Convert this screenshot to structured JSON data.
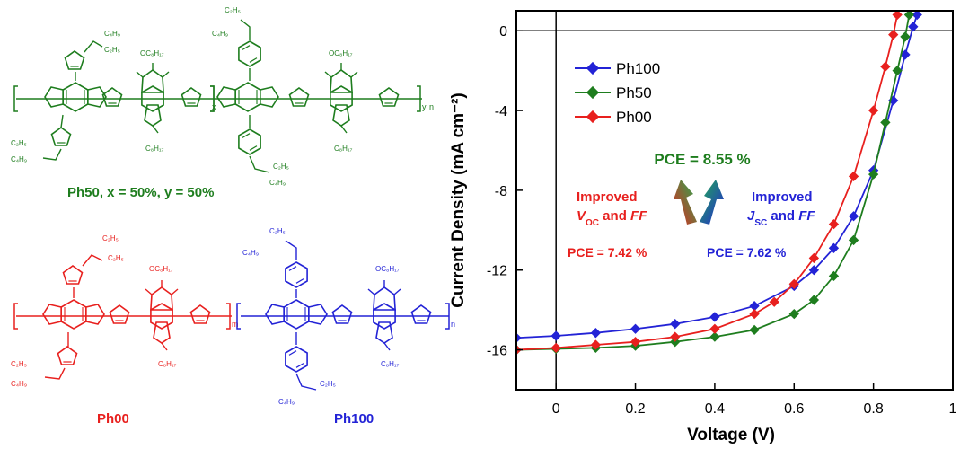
{
  "structures": {
    "ph50_caption": "Ph50, x = 50%, y = 50%",
    "ph00_caption": "Ph00",
    "ph100_caption": "Ph100",
    "sub_c4h9": "C₄H₉",
    "sub_c2h5": "C₂H₅",
    "sub_oc8h17": "OC₈H₁₇",
    "sub_c8h17": "C₈H₁₇",
    "atom_s": "S",
    "atom_n": "N",
    "atom_o": "O",
    "idx_x": "x",
    "idx_yn": "y",
    "idx_n": "n",
    "idx_m": "m",
    "colors": {
      "ph50": "#1e7d1e",
      "ph00": "#e8201e",
      "ph100": "#2323d6"
    }
  },
  "chart_data": {
    "type": "line",
    "xlabel": "Voltage (V)",
    "ylabel": "Current Density (mA cm⁻²)",
    "xlim": [
      -0.1,
      1.0
    ],
    "ylim": [
      -18,
      1
    ],
    "x_ticks": [
      0,
      0.2,
      0.4,
      0.6,
      0.8,
      1
    ],
    "x_tick_labels": [
      "0",
      "0.2",
      "0.4",
      "0.6",
      "0.8",
      "1"
    ],
    "y_ticks": [
      0,
      -4,
      -8,
      -12,
      -16
    ],
    "y_tick_labels": [
      "0",
      "-4",
      "-8",
      "-12",
      "-16"
    ],
    "legend_position": "top-left",
    "series": [
      {
        "name": "Ph100",
        "color": "#2323d6",
        "x": [
          -0.1,
          0,
          0.1,
          0.2,
          0.3,
          0.4,
          0.5,
          0.6,
          0.65,
          0.7,
          0.75,
          0.8,
          0.85,
          0.88,
          0.9,
          0.91
        ],
        "y": [
          -15.4,
          -15.3,
          -15.15,
          -14.95,
          -14.7,
          -14.35,
          -13.8,
          -12.8,
          -12.0,
          -10.9,
          -9.3,
          -7.0,
          -3.5,
          -1.2,
          0.2,
          0.8
        ]
      },
      {
        "name": "Ph50",
        "color": "#1e7d1e",
        "x": [
          -0.1,
          0,
          0.1,
          0.2,
          0.3,
          0.4,
          0.5,
          0.6,
          0.65,
          0.7,
          0.75,
          0.8,
          0.83,
          0.86,
          0.88,
          0.89
        ],
        "y": [
          -16.0,
          -15.95,
          -15.9,
          -15.8,
          -15.6,
          -15.35,
          -15.0,
          -14.2,
          -13.5,
          -12.3,
          -10.5,
          -7.2,
          -4.6,
          -2.0,
          -0.3,
          0.8
        ]
      },
      {
        "name": "Ph00",
        "color": "#e8201e",
        "x": [
          -0.1,
          0,
          0.1,
          0.2,
          0.3,
          0.4,
          0.5,
          0.55,
          0.6,
          0.65,
          0.7,
          0.75,
          0.8,
          0.83,
          0.85,
          0.86
        ],
        "y": [
          -16.0,
          -15.9,
          -15.75,
          -15.6,
          -15.35,
          -14.95,
          -14.2,
          -13.6,
          -12.7,
          -11.4,
          -9.7,
          -7.3,
          -4.0,
          -1.8,
          -0.2,
          0.8
        ]
      }
    ],
    "annotations": {
      "pce_center": "PCE = 8.55 %",
      "left_line1": "Improved",
      "left_voc_v": "V",
      "left_voc_sub": "OC",
      "left_and": " and ",
      "left_ff": "FF",
      "right_line1": "Improved",
      "right_jsc_j": "J",
      "right_jsc_sub": "SC",
      "right_and": " and ",
      "right_ff": "FF",
      "pce_left": "PCE = 7.42 %",
      "pce_right": "PCE = 7.62 %"
    }
  }
}
